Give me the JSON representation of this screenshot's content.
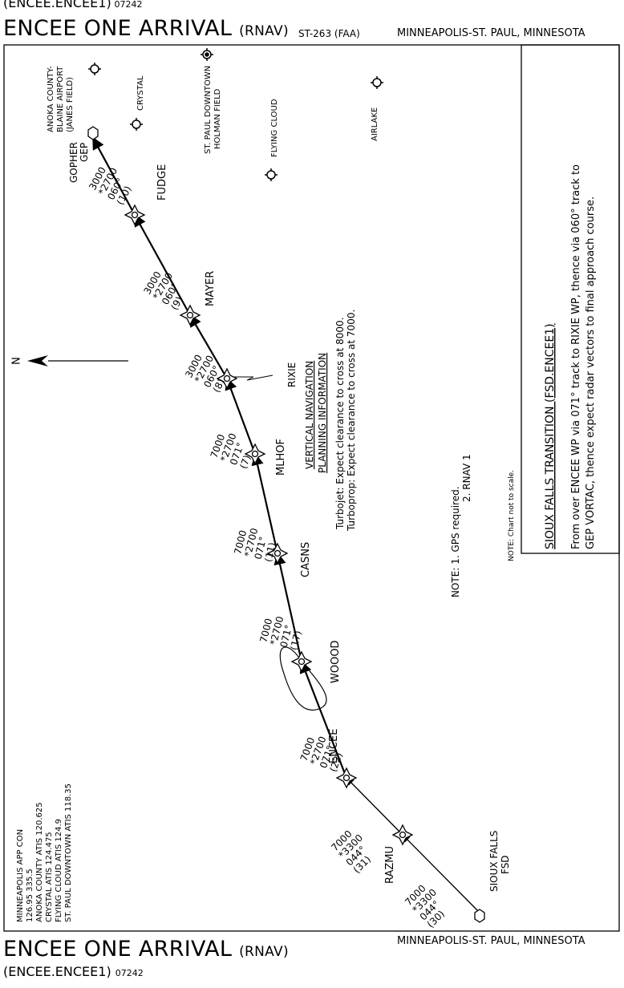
{
  "header": {
    "top_code": "(ENCEE.ENCEE1)",
    "top_date": "07242",
    "title": "ENCEE ONE ARRIVAL",
    "subtitle": "(RNAV)",
    "chart_id": "ST-263 (FAA)",
    "location": "MINNEAPOLIS-ST. PAUL, MINNESOTA"
  },
  "footer": {
    "title": "ENCEE ONE ARRIVAL",
    "subtitle": "(RNAV)",
    "location": "MINNEAPOLIS-ST. PAUL, MINNESOTA",
    "code": "(ENCEE.ENCEE1)",
    "date": "07242"
  },
  "north_label": "N",
  "frequencies": [
    "MINNEAPOLIS APP CON",
    "126.95 335.5",
    "ANOKA COUNTY ATIS 120.625",
    "CRYSTAL ATIS 124.475",
    "FLYING CLOUD ATIS 124.9",
    "ST. PAUL DOWNTOWN ATIS 118.35"
  ],
  "airports": {
    "anoka": [
      "ANOKA COUNTY-",
      "BLAINE AIRPORT",
      "(JANES FIELD)"
    ],
    "crystal": "CRYSTAL",
    "stpaul": [
      "ST. PAUL DOWNTOWN",
      "HOLMAN FIELD"
    ],
    "flying_cloud": "FLYING CLOUD",
    "airlake": "AIRLAKE"
  },
  "fixes": {
    "gopher": [
      "GOPHER",
      "GEP"
    ],
    "fudge": "FUDGE",
    "mayer": "MAYER",
    "rixie": "RIXIE",
    "mlhof": "MLHOF",
    "casns": "CASNS",
    "woood": "WOOOD",
    "encee": "ENCEE",
    "razmu": "RAZMU",
    "sioux": [
      "SIOUX FALLS",
      "FSD"
    ]
  },
  "legs": [
    {
      "id": "fudge-gep",
      "alt": "3000",
      "min": "*2700",
      "course": "060°",
      "dist": "(10)"
    },
    {
      "id": "mayer-fudge",
      "alt": "3000",
      "min": "*2700",
      "course": "060°",
      "dist": "(9)"
    },
    {
      "id": "rixie-mayer",
      "alt": "3000",
      "min": "*2700",
      "course": "060°",
      "dist": "(8)"
    },
    {
      "id": "mlhof-rixie",
      "alt": "7000",
      "min": "*2700",
      "course": "071°",
      "dist": "(7)"
    },
    {
      "id": "casns-mlhof",
      "alt": "7000",
      "min": "*2700",
      "course": "071°",
      "dist": "(11)"
    },
    {
      "id": "woood-casns",
      "alt": "7000",
      "min": "*2700",
      "course": "071°",
      "dist": "(17)"
    },
    {
      "id": "encee-woood",
      "alt": "7000",
      "min": "*2700",
      "course": "071°",
      "dist": "(22)"
    },
    {
      "id": "razmu-encee",
      "alt": "7000",
      "min": "*3300",
      "course": "044°",
      "dist": "(31)"
    },
    {
      "id": "fsd-razmu",
      "alt": "7000",
      "min": "*3300",
      "course": "044°",
      "dist": "(30)"
    }
  ],
  "vnav": {
    "title": "VERTICAL NAVIGATION",
    "subtitle": "PLANNING INFORMATION",
    "line1": "Turbojet: Expect clearance to cross at 8000.",
    "line2": "Turboprop: Expect clearance to cross at 7000."
  },
  "notes": {
    "line1": "NOTE: 1. GPS required.",
    "line2": "2. RNAV 1",
    "scale": "NOTE: Chart not to scale."
  },
  "transition": {
    "title": "SIOUX FALLS TRANSITION (FSD.ENCEE1)",
    "line1": "From over ENCEE WP via 071° track to RIXIE WP, thence via 060° track to",
    "line2": "GEP VORTAC, thence expect radar vectors to final approach course."
  }
}
